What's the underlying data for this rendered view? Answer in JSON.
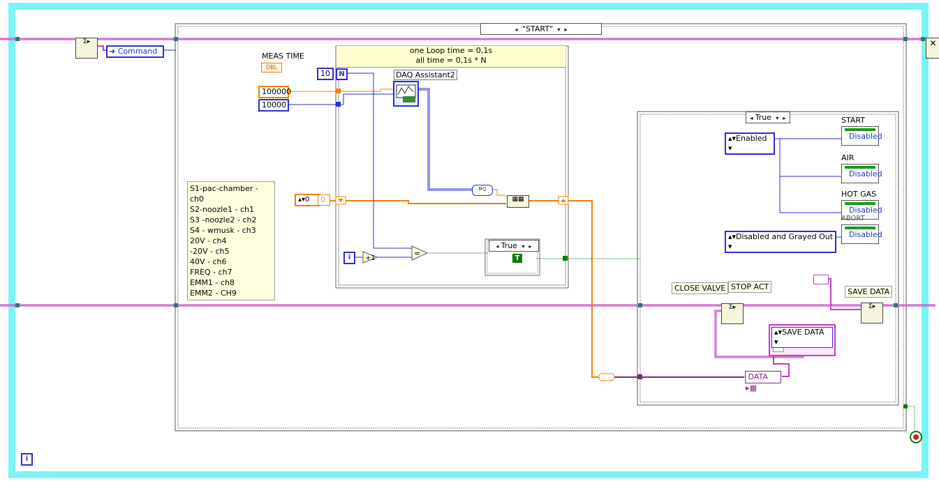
{
  "outer_loop": {
    "title": "All channels measurement"
  },
  "case_main": {
    "selector": "\"START\""
  },
  "command_label": "Command",
  "meas_time": {
    "label": "MEAS TIME",
    "type_tag": "DBL"
  },
  "constants": {
    "n_count": "10",
    "rate": "100000",
    "samples": "10000",
    "zero_a": "0",
    "zero_b": "0"
  },
  "for_loop": {
    "comment_line1": "one Loop time = 0,1s",
    "comment_line2": "all time = 0,1s * N",
    "n_terminal": "N",
    "i_terminal": "i",
    "daq_label": "DAQ Assistant2"
  },
  "notes_lines": [
    "S1-pac-chamber - ch0",
    "S2-noozle1 - ch1",
    "S3 -noozle2 - ch2",
    "S4 - wmusk - ch3",
    "20V - ch4",
    "-20V - ch5",
    "40V - ch6",
    "FREQ - ch7",
    "EMM1 - ch8",
    "EMM2 - CH9"
  ],
  "inner_case": {
    "selector": "True",
    "const": "T"
  },
  "right_case": {
    "selector": "True"
  },
  "indicators": [
    {
      "label": "START",
      "value": "Disabled"
    },
    {
      "label": "AIR",
      "value": "Disabled"
    },
    {
      "label": "HOT GAS",
      "value": "Disabled"
    },
    {
      "label": "ABORT",
      "value": "Disabled"
    }
  ],
  "enums": {
    "enabled": "Enabled",
    "disabled_grayed": "Disabled and Grayed Out",
    "save_data": "SAVE DATA"
  },
  "buttons": {
    "close_valve": "CLOSE VALVE",
    "stop_act": "STOP ACT",
    "save_data": "SAVE DATA"
  },
  "data_label": "DATA",
  "iteration_terminal": "i",
  "colors": {
    "loop_frame": "#7af5f5",
    "wire_cluster": "#c040c0",
    "wire_numeric": "#f08000",
    "wire_int": "#2b2bd8",
    "wire_bool": "#0a7a0a"
  }
}
